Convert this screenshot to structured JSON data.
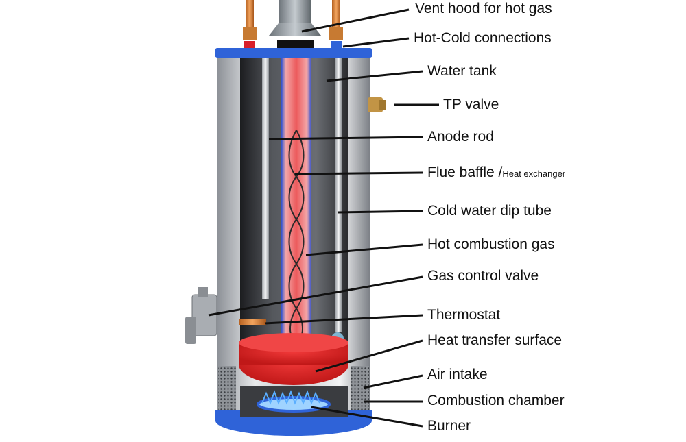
{
  "labels": {
    "vent_hood": "Vent hood for hot gas",
    "hot_cold": "Hot-Cold connections",
    "water_tank": "Water tank",
    "tp_valve": "TP valve",
    "anode_rod": "Anode rod",
    "flue_baffle": "Flue baffle /",
    "flue_baffle_sub": "Heat exchanger",
    "cold_dip": "Cold water dip tube",
    "hot_gas": "Hot combustion gas",
    "gas_valve": "Gas control valve",
    "thermostat": "Thermostat",
    "heat_surface": "Heat transfer surface",
    "air_intake": "Air intake",
    "combustion_chamber": "Combustion chamber",
    "burner": "Burner"
  },
  "colors": {
    "tank_shell": "#b8bcc0",
    "blue_band": "#2f63d8",
    "flame": "#e0292b",
    "copper": "#d9823a",
    "leader_line": "#111111"
  }
}
